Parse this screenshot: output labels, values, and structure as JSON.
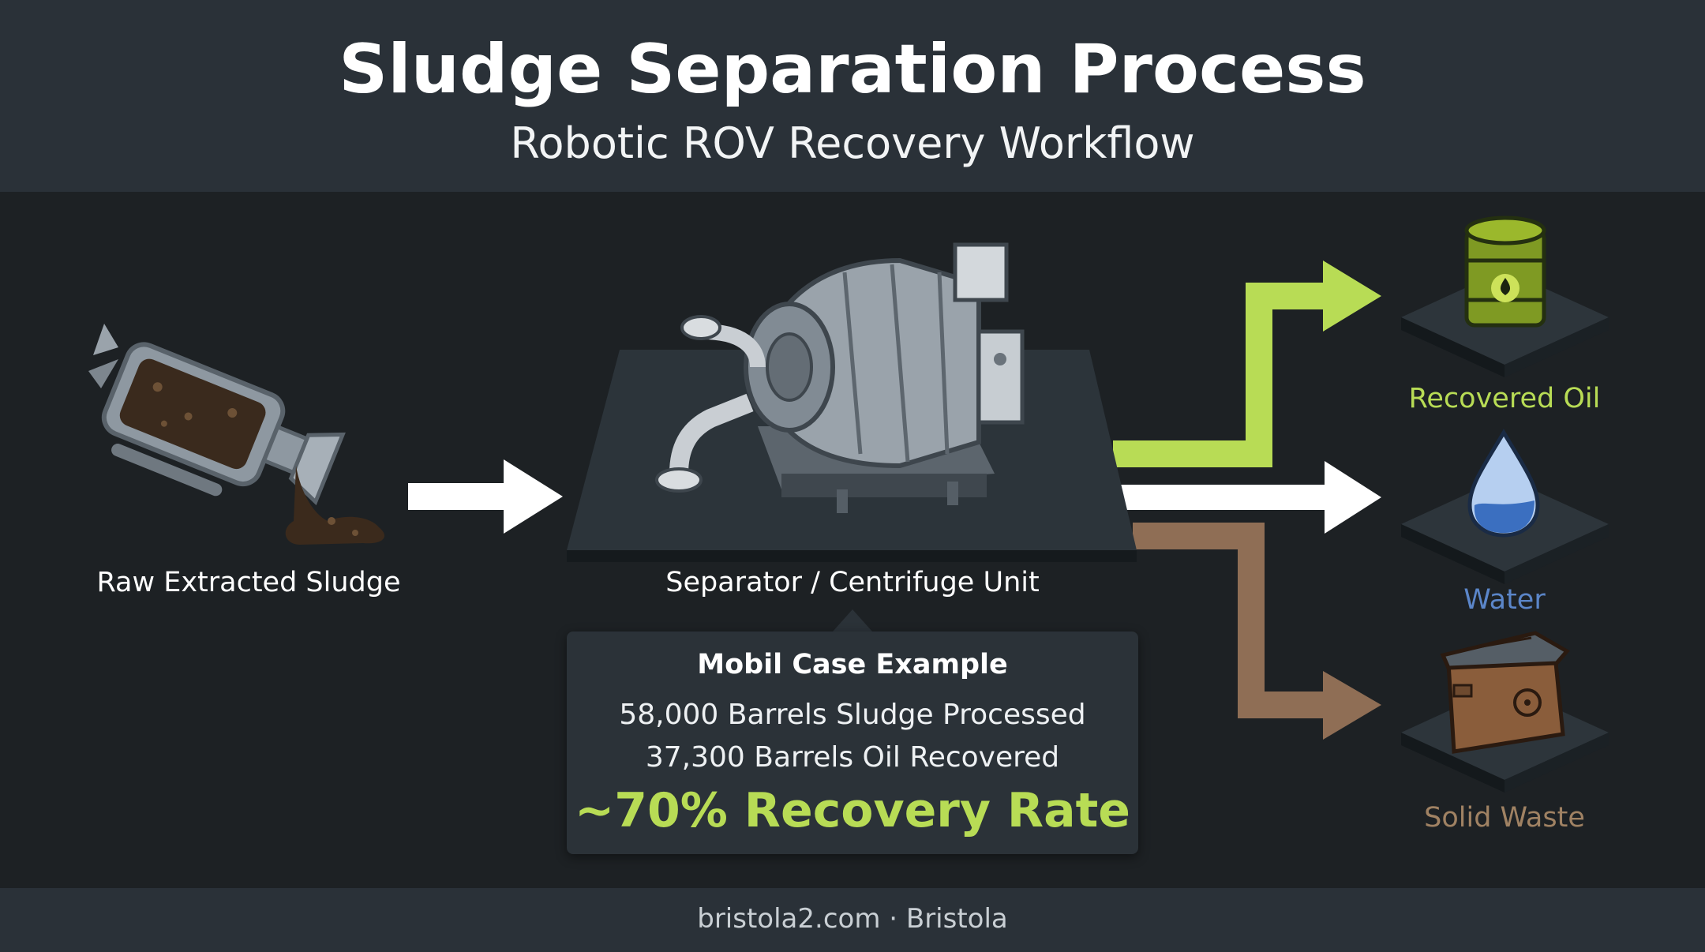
{
  "header": {
    "title": "Sludge Separation Process",
    "subtitle": "Robotic ROV Recovery Workflow"
  },
  "nodes": {
    "source_label": "Raw Extracted Sludge",
    "separator_label": "Separator / Centrifuge Unit"
  },
  "outputs": [
    {
      "label": "Recovered Oil",
      "color": "#b8dc55",
      "icon": "oil-barrel-icon"
    },
    {
      "label": "Water",
      "color": "#5b86c9",
      "icon": "water-drop-icon"
    },
    {
      "label": "Solid Waste",
      "color": "#a08263",
      "icon": "waste-bin-icon"
    }
  ],
  "case_example": {
    "title": "Mobil Case Example",
    "line1": "58,000 Barrels Sludge Processed",
    "line2": "37,300 Barrels Oil Recovered",
    "rate": "~70% Recovery Rate"
  },
  "footer": {
    "text": "bristola2.com · Bristola"
  }
}
